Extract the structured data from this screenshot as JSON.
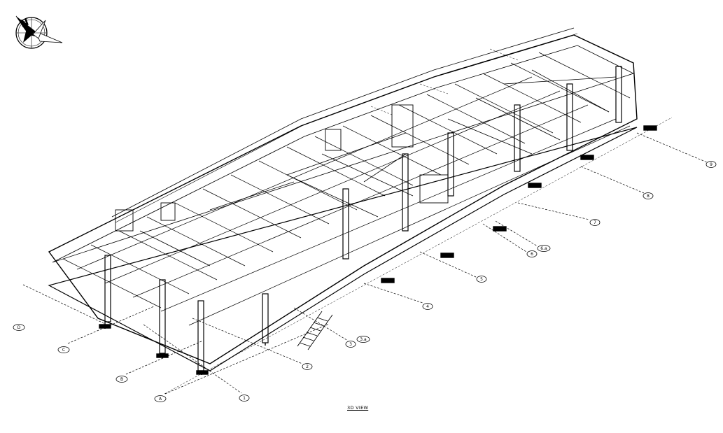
{
  "view_title": "3D VIEW",
  "compass_icon": "north-arrow-compass-icon",
  "gridlines": {
    "letters": [
      "D",
      "C",
      "B",
      "A"
    ],
    "numbers": [
      "1",
      "2",
      "3",
      "3.a",
      "4",
      "5",
      "6",
      "6.a",
      "7",
      "8",
      "9"
    ]
  },
  "colors": {
    "ink": "#000000",
    "paper": "#ffffff"
  }
}
